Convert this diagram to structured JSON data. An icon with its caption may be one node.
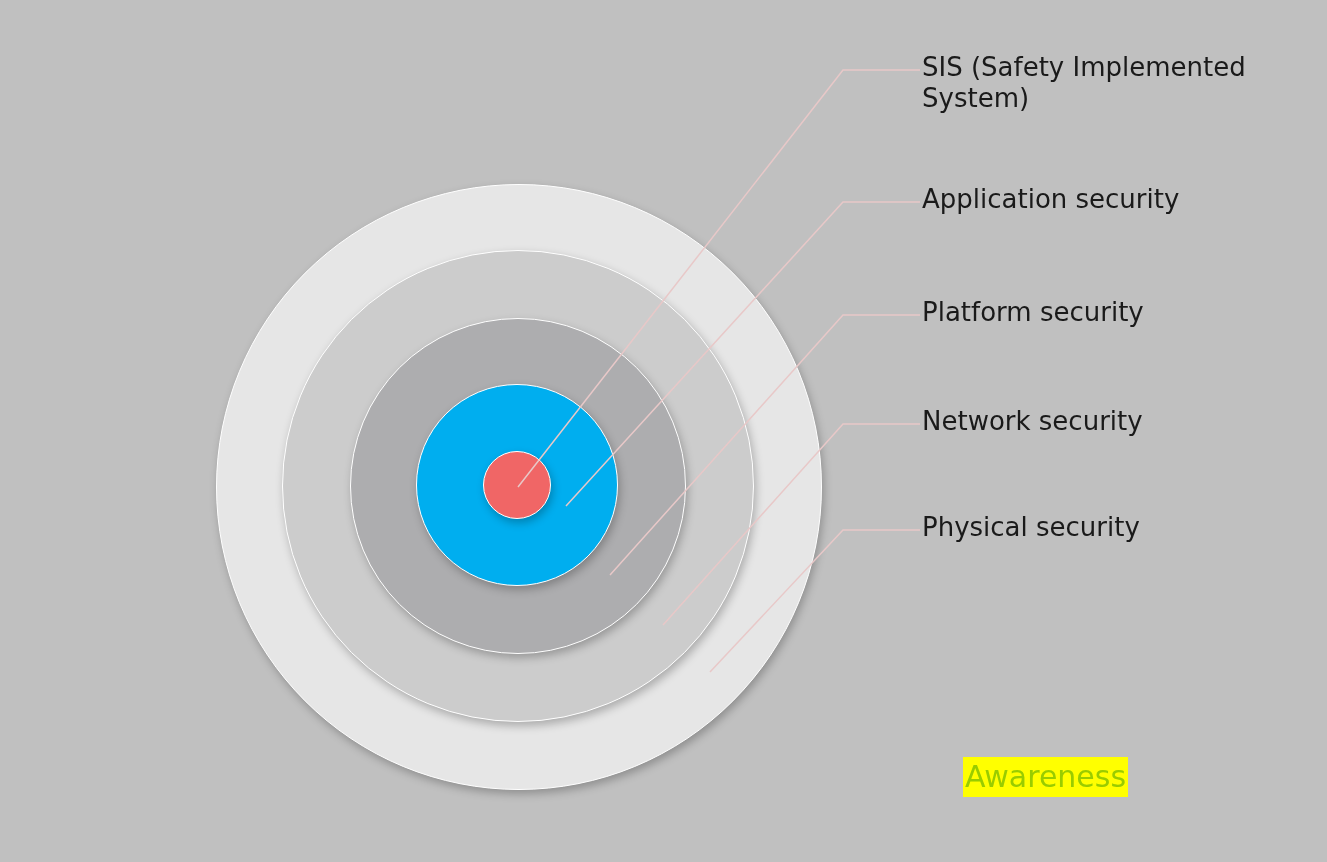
{
  "diagram": {
    "nodes": [
      {
        "text": [],
        "shape": "circle"
      },
      {
        "text": [],
        "shape": "circle",
        "in": 0
      },
      {
        "text": [],
        "shape": "circle",
        "in": 1
      },
      {
        "text": [],
        "shape": "circle",
        "in": 2
      },
      {
        "text": [],
        "shape": "circle",
        "in": 3
      },
      {
        "text": [
          "SIS (Safety Implemented System)"
        ]
      },
      {
        "text": [
          "Application security"
        ]
      },
      {
        "text": [
          "Platform security"
        ]
      },
      {
        "text": [
          "Network security"
        ]
      },
      {
        "text": [
          "Physical security"
        ]
      },
      {
        "text": [
          "Awareness"
        ]
      }
    ],
    "edges": [
      {
        "from": 5,
        "to": 4,
        "arrow": "none"
      },
      {
        "from": 6,
        "to": 3,
        "arrow": "none"
      },
      {
        "from": 7,
        "to": 2,
        "arrow": "none"
      },
      {
        "from": 8,
        "to": 1,
        "arrow": "none"
      },
      {
        "from": 9,
        "to": 0,
        "arrow": "none"
      }
    ]
  }
}
